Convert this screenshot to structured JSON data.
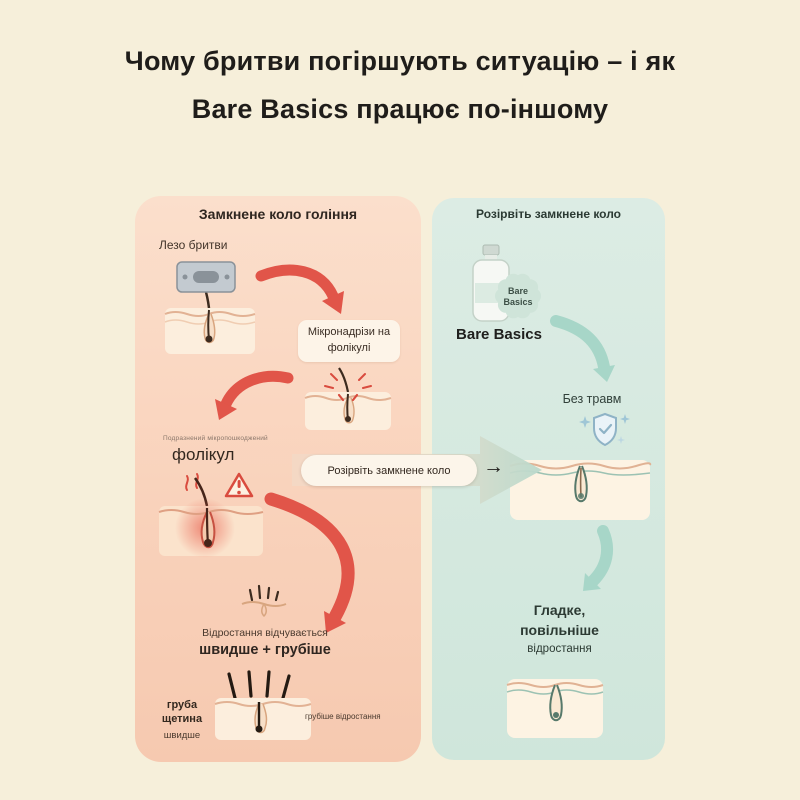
{
  "page": {
    "title_line1": "Чому бритви погіршують ситуацію – і як",
    "title_line2": "Bare Basics працює по-іншому"
  },
  "colors": {
    "page_bg": "#f6efda",
    "left_panel_bg": "#f9d2bb",
    "right_panel_bg": "#d7e9e0",
    "red_arrow": "#e15549",
    "teal_arrow": "#a7d6c8"
  },
  "left_panel": {
    "title": "Замкнене коло гоління",
    "step1_label": "Лезо бритви",
    "step2_line1": "Мікронадрізи на",
    "step2_line2": "фолікулі",
    "step3_small": "Подразнений мікропошкоджений",
    "step3_label": "фолікул",
    "step4_line1": "Відростання відчувається",
    "step4_line2": "швидше + грубіше",
    "caption_coarse_line1": "груба",
    "caption_coarse_line2": "щетина",
    "caption_faster": "швидше",
    "caption_regrowth": "грубіше відростання"
  },
  "bridge": {
    "label": "Розірвіть замкнене коло",
    "arrow_glyph": "→"
  },
  "right_panel": {
    "title": "Розірвіть замкнене коло",
    "badge_line1": "Bare",
    "badge_line2": "Basics",
    "product_label": "Bare Basics",
    "step1_label": "Без травм",
    "result_line1": "Гладке,",
    "result_line2": "повільніше",
    "result_line3": "відростання"
  }
}
